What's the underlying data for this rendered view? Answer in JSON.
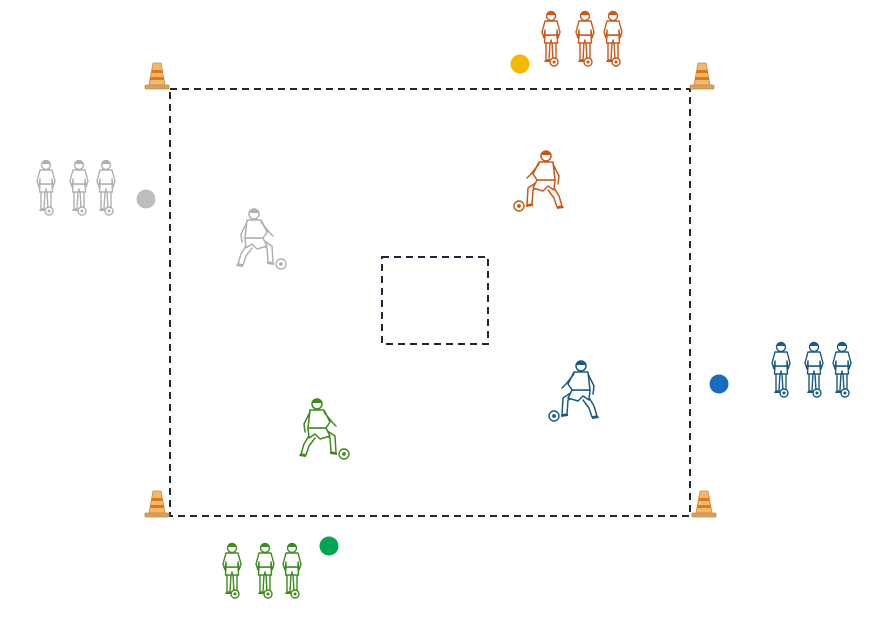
{
  "diagram": {
    "field": {
      "border_color": "#1a2a3a",
      "style": "dashed"
    },
    "center_zone": {
      "border_color": "#1a2a3a",
      "style": "dashed"
    },
    "cones": {
      "count": 4,
      "body_color": "#f0b870",
      "stripe_color": "#e07a10",
      "base_color": "#d8a060"
    },
    "teams": [
      {
        "id": "orange",
        "color": "#c8581a",
        "marker_color": "#f5b800",
        "queue_count": 3,
        "active_players": 1
      },
      {
        "id": "gray",
        "color": "#b0b0b0",
        "marker_color": "#bdbdbd",
        "queue_count": 3,
        "active_players": 1
      },
      {
        "id": "blue",
        "color": "#1a5a80",
        "marker_color": "#1a6cc0",
        "queue_count": 3,
        "active_players": 1
      },
      {
        "id": "green",
        "color": "#3f8a1e",
        "marker_color": "#00a651",
        "queue_count": 3,
        "active_players": 1
      }
    ],
    "icons": [
      "player-standing-icon",
      "player-dribbling-icon",
      "soccer-ball-icon",
      "cone-icon",
      "team-marker-dot"
    ]
  }
}
